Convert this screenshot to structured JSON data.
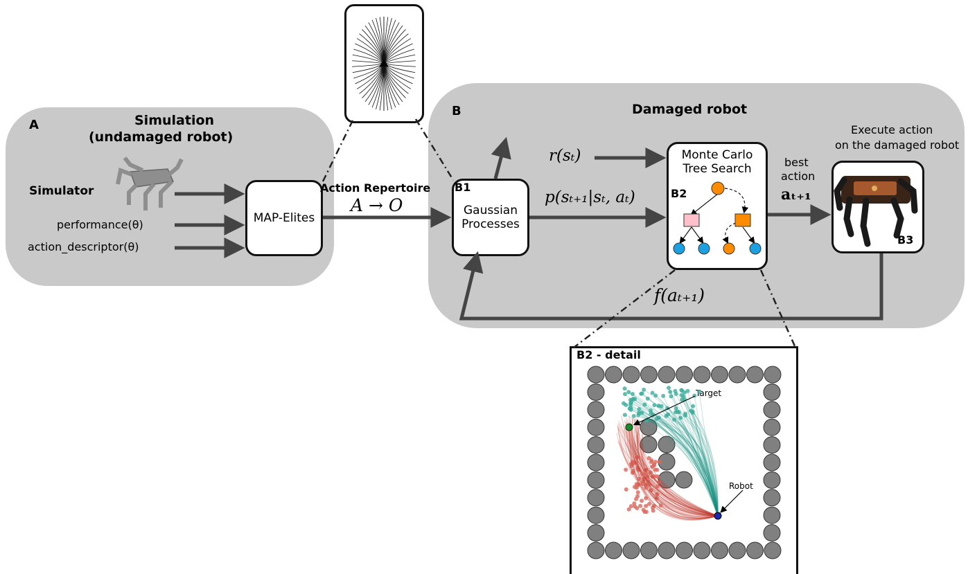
{
  "panel_a": {
    "letter": "A",
    "title_line1": "Simulation",
    "title_line2": "(undamaged robot)",
    "simulator_label": "Simulator",
    "input_performance": "performance(θ)",
    "input_descriptor": "action_descriptor(θ)",
    "map_elites": "MAP-Elites"
  },
  "repertoire": {
    "title": "Action Repertoire",
    "mapping": "A → O"
  },
  "panel_b": {
    "letter": "B",
    "title": "Damaged robot",
    "b1_tag": "B1",
    "gp_line1": "Gaussian",
    "gp_line2": "Processes",
    "reward": "r(sₜ)",
    "transition": "p(sₜ₊₁|sₜ, aₜ)",
    "b2_tag": "B2",
    "mcts_line1": "Monte Carlo",
    "mcts_line2": "Tree Search",
    "best_line1": "best",
    "best_line2": "action",
    "best_action": "aₜ₊₁",
    "execute_line1": "Execute action",
    "execute_line2": "on the damaged robot",
    "b3_tag": "B3",
    "feedback": "f(aₜ₊₁)"
  },
  "detail": {
    "title": "B2 - detail",
    "target_label": "Target",
    "robot_label": "Robot"
  },
  "colors": {
    "panel_bg": "#c9c9c9",
    "arrow": "#444444",
    "tree_orange": "#ff8c00",
    "tree_pink": "#ffc0cb",
    "tree_blue": "#1ba1e2",
    "path_red": "#c0392b",
    "path_teal": "#138f80",
    "obstacle": "#808080"
  }
}
